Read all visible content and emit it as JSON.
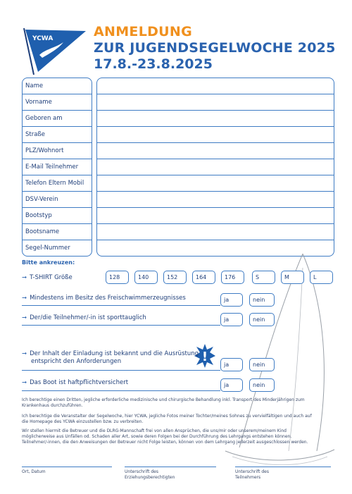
{
  "logo": {
    "text": "YCWA"
  },
  "header": {
    "title_line1": "ANMELDUNG",
    "title_line2": "ZUR JUGENDSEGELWOCHE 2025",
    "title_line3": "17.8.-23.8.2025"
  },
  "form": {
    "fields": [
      {
        "label": "Name",
        "value": ""
      },
      {
        "label": "Vorname",
        "value": ""
      },
      {
        "label": "Geboren am",
        "value": ""
      },
      {
        "label": "Straße",
        "value": ""
      },
      {
        "label": "PLZ/Wohnort",
        "value": ""
      },
      {
        "label": "E-Mail Teilnehmer",
        "value": ""
      },
      {
        "label": "Telefon Eltern Mobil",
        "value": ""
      },
      {
        "label": "DSV-Verein",
        "value": ""
      },
      {
        "label": "Bootstyp",
        "value": ""
      },
      {
        "label": "Bootsname",
        "value": ""
      },
      {
        "label": "Segel-Nummer",
        "value": ""
      }
    ]
  },
  "checks": {
    "heading": "Bitte ankreuzen:",
    "tshirt_label": "T-SHIRT Größe",
    "tshirt_sizes": [
      "128",
      "140",
      "152",
      "164",
      "176",
      "S",
      "M",
      "L"
    ],
    "yes": "ja",
    "no": "nein",
    "q1": "Mindestens im Besitz des Freischwimmerzeugnisses",
    "q2": "Der/die Teilnehmer/-in ist sporttauglich",
    "q3_line1": "Der Inhalt der Einladung ist bekannt und die Ausrüstung",
    "q3_line2": "entspricht den Anforderungen",
    "q4": "Das Boot ist haftpflichtversichert"
  },
  "paragraphs": {
    "p1": "Ich berechtige einen Dritten, jegliche erforderliche medizinische und chirurgische Behandlung inkl. Transport des Minderjährigen zum Krankenhaus durchzuführen.",
    "p2": "Ich berechtige die Veranstalter der Segelwoche, hier YCWA, jegliche Fotos meiner Tochter/meines Sohnes zu vervielfältigen und auch auf die Homepage des YCWA einzustellen bzw. zu verbreiten.",
    "p3": "Wir stellen hiermit die Betreuer und die DLRG-Mannschaft frei von allen Ansprüchen, die uns/mir oder unserem/meinem Kind möglicherweise aus Unfällen od. Schaden aller Art, sowie deren Folgen bei der Durchführung des Lehrgangs entstehen können. Teilnehmer/-innen, die den Anweisungen der Betreuer nicht Folge leisten, können von dem Lehrgang jederzeit ausgeschlossen werden."
  },
  "signatures": {
    "place_date": "Ort, Datum",
    "guardian_line1": "Unterschrift des",
    "guardian_line2": "Erziehungsberechtigten",
    "participant_line1": "Unterschrift des",
    "participant_line2": "Teilnehmers"
  },
  "colors": {
    "accent_orange": "#f0901e",
    "brand_blue": "#2a62ae",
    "frame_blue": "#3f7cc4"
  }
}
